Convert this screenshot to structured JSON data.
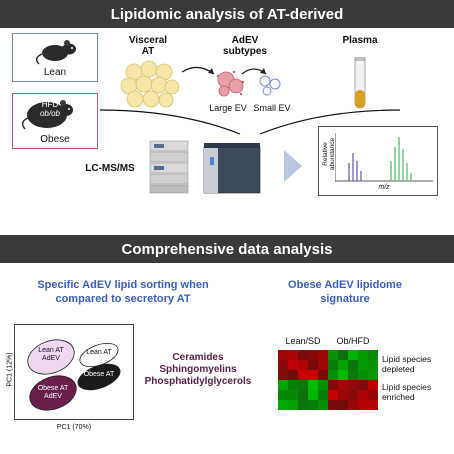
{
  "top_banner": {
    "title": "Lipidomic analysis of AT-derived"
  },
  "groups": {
    "lean_label": "Lean",
    "hfd_label": "HFD",
    "obob_label": "ob/ob",
    "obese_label": "Obese"
  },
  "samples": {
    "visceral_at": "Visceral\nAT",
    "adev_subtypes": "AdEV\nsubtypes",
    "plasma": "Plasma",
    "large_ev": "Large EV",
    "small_ev": "Small EV"
  },
  "method": {
    "lcms_label": "LC-MS/MS"
  },
  "spectrum": {
    "ylabel": "Relative abundance",
    "xlabel": "m/z"
  },
  "bottom_banner": {
    "title": "Comprehensive data analysis"
  },
  "left_panel": {
    "heading": "Specific AdEV lipid sorting when\ncompared to secretory AT",
    "pca": {
      "ylabel": "PC1 (12%)",
      "xlabel": "PC1 (70%)",
      "ellipse_lean_adev": "Lean AT\nAdEV",
      "ellipse_lean_at": "Lean AT",
      "ellipse_obese_at": "Obese AT",
      "ellipse_obese_adev": "Obese AT\nAdEV"
    },
    "lipids": [
      "Ceramides",
      "Sphingomyelins",
      "Phosphatidylglycerols"
    ]
  },
  "right_panel": {
    "heading": "Obese AdEV lipidome\nsignature",
    "heatmap": {
      "col_left": "Lean/SD",
      "col_right": "Ob/HFD",
      "row_depleted": "Lipid species\ndepleted",
      "row_enriched": "Lipid species\nenriched"
    }
  },
  "colors": {
    "banner": "#3a3a3a",
    "heading_blue": "#3a5fb8",
    "lipid_text": "#5a2248",
    "lean_border": "#7b86b8",
    "obese_border": "#b85a6a",
    "heat_red": "#b02020",
    "heat_green": "#2a9a2a"
  }
}
